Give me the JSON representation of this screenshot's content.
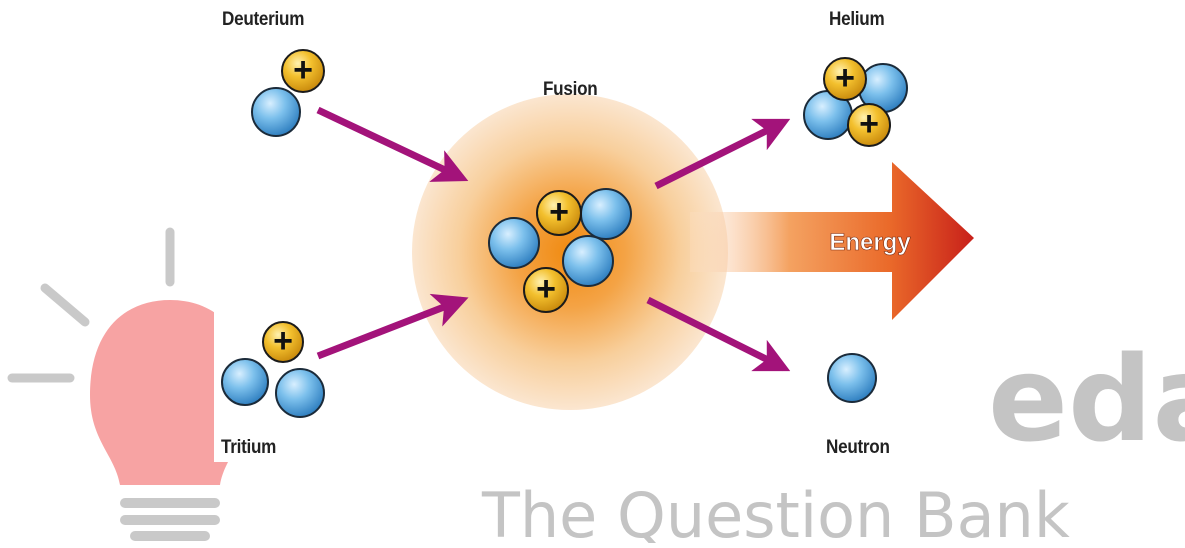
{
  "labels": {
    "deuterium": "Deuterium",
    "tritium": "Tritium",
    "fusion": "Fusion",
    "helium": "Helium",
    "neutron": "Neutron",
    "energy": "Energy"
  },
  "particles": {
    "proton_symbol": "+"
  },
  "watermark": {
    "brand": "eda",
    "tagline": "The Question Bank"
  },
  "colors": {
    "arrow": "#a3137a",
    "neutron": "#5aa8dc",
    "proton": "#e9a91a",
    "glow": "#f39a1e",
    "energy_start": "#f6b27a",
    "energy_end": "#cc2a1c",
    "watermark": "#c4c4c4",
    "bulb": "#f7a3a3"
  }
}
